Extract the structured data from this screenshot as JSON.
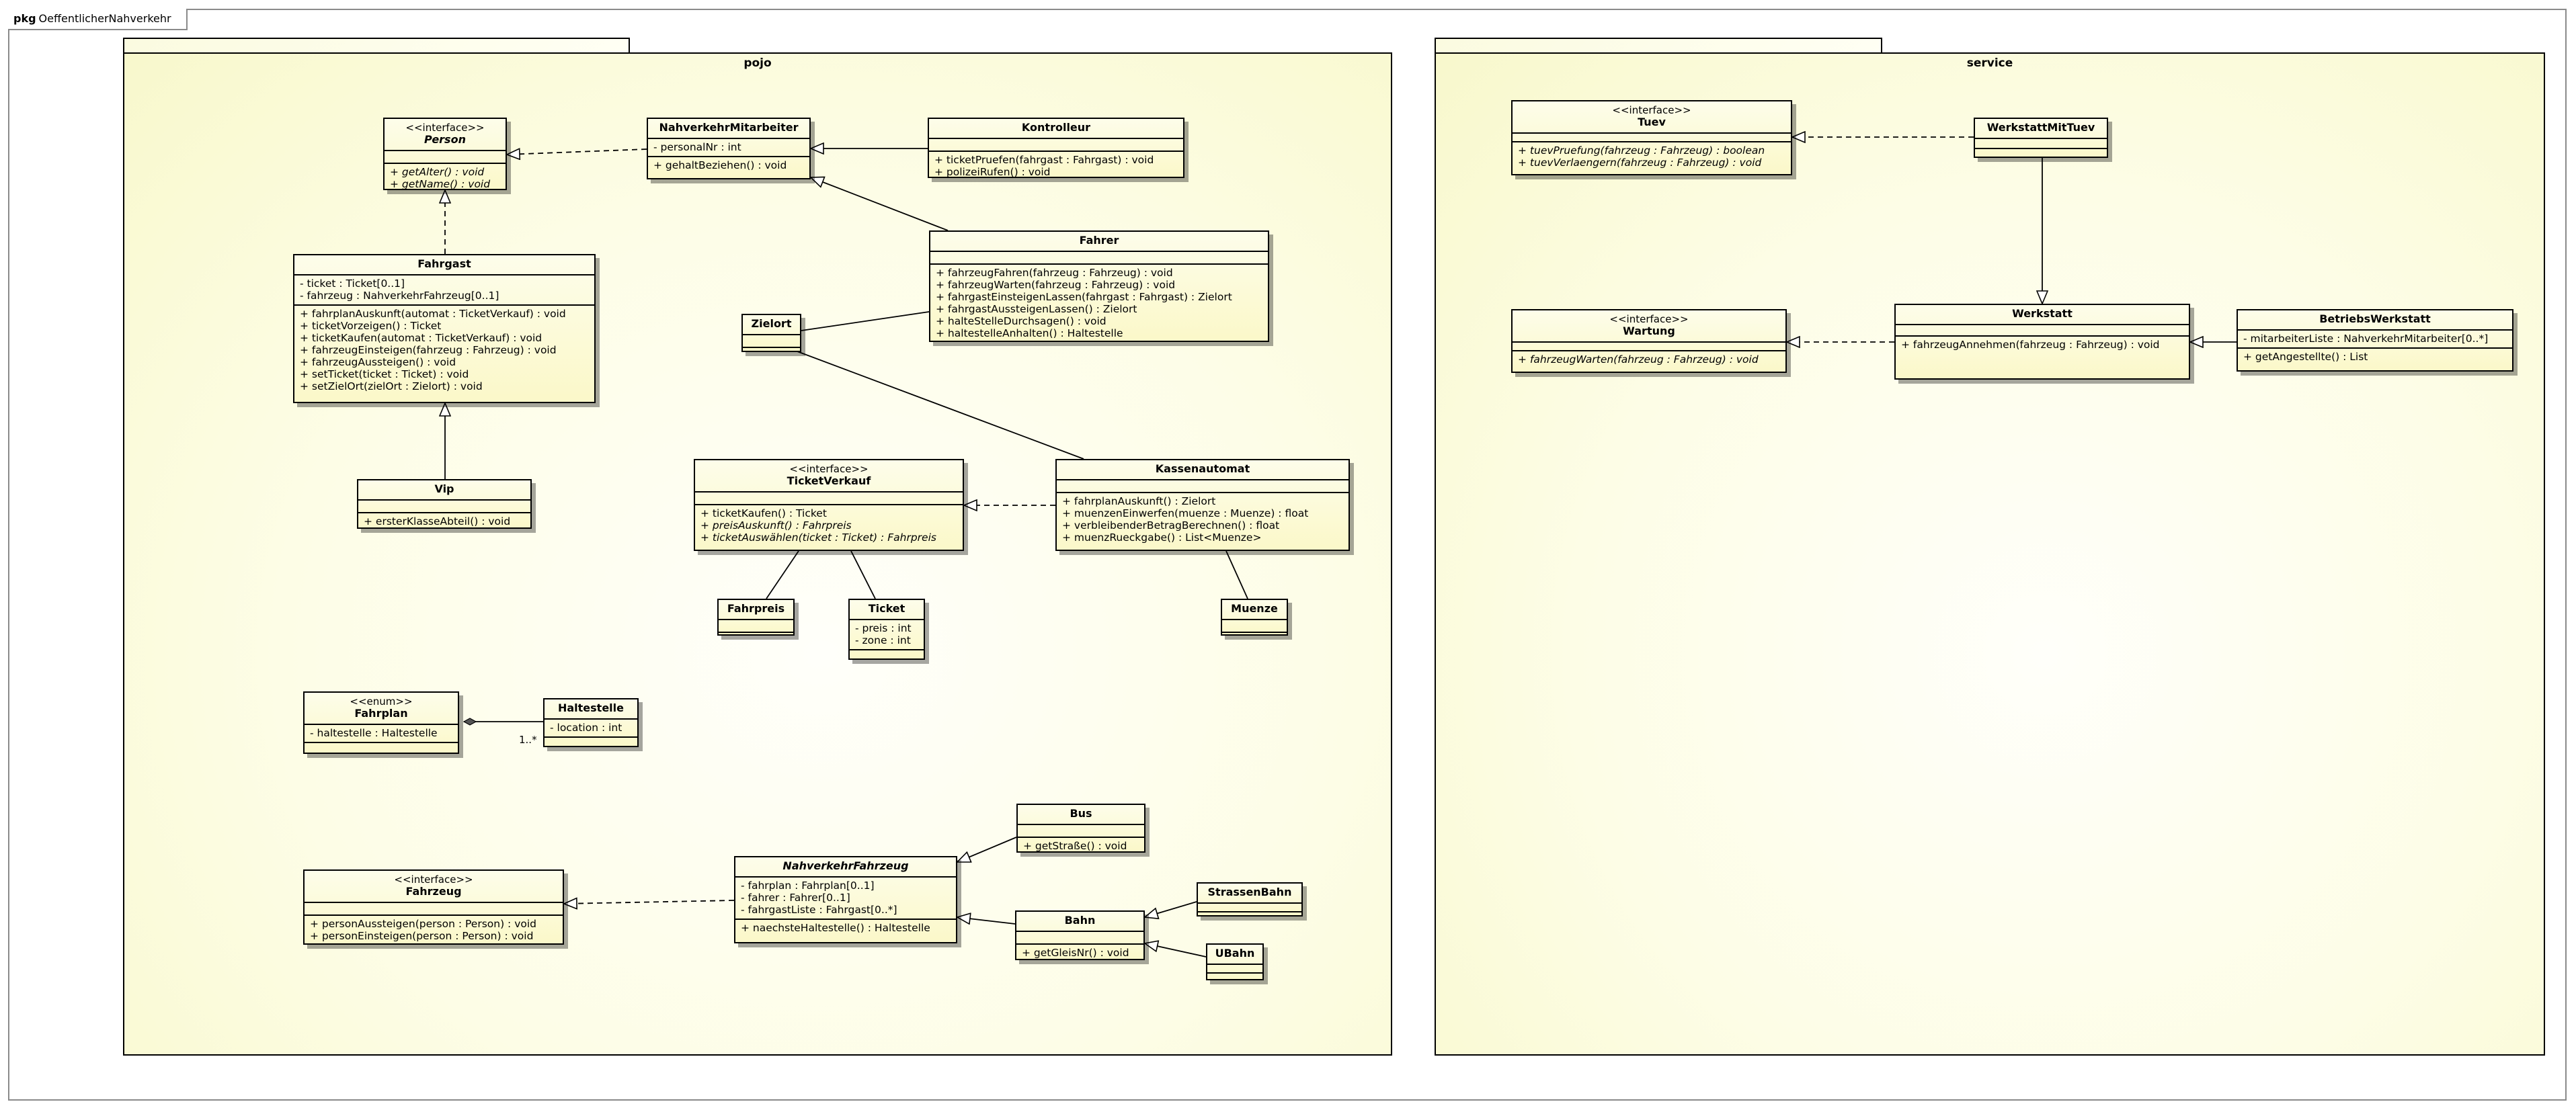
{
  "frame": {
    "keyword": "pkg",
    "name": "OeffentlicherNahverkehr"
  },
  "packages": [
    {
      "id": "pojo",
      "name": "pojo"
    },
    {
      "id": "service",
      "name": "service"
    }
  ],
  "classes": {
    "person": {
      "stereotype": "<<interface>>",
      "name": "Person",
      "attributes": [],
      "operations": [
        "+ getAlter() : void",
        "+ getName() : void"
      ]
    },
    "fahrgast": {
      "name": "Fahrgast",
      "attributes": [
        "- ticket : Ticket[0..1]",
        "- fahrzeug : NahverkehrFahrzeug[0..1]"
      ],
      "operations": [
        "+ fahrplanAuskunft(automat : TicketVerkauf) : void",
        "+ ticketVorzeigen() : Ticket",
        "+ ticketKaufen(automat : TicketVerkauf) : void",
        "+ fahrzeugEinsteigen(fahrzeug : Fahrzeug) : void",
        "+ fahrzeugAussteigen() : void",
        "+ setTicket(ticket : Ticket) : void",
        "+ setZielOrt(zielOrt : Zielort) : void"
      ]
    },
    "vip": {
      "name": "Vip",
      "attributes": [],
      "operations": [
        "+ ersterKlasseAbteil() : void"
      ]
    },
    "nahverkehrMitarbeiter": {
      "name": "NahverkehrMitarbeiter",
      "attributes": [
        "- personalNr : int"
      ],
      "operations": [
        "+ gehaltBeziehen() : void"
      ]
    },
    "kontrolleur": {
      "name": "Kontrolleur",
      "attributes": [],
      "operations": [
        "+ ticketPruefen(fahrgast : Fahrgast) : void",
        "+ polizeiRufen() : void"
      ]
    },
    "fahrer": {
      "name": "Fahrer",
      "attributes": [],
      "operations": [
        "+ fahrzeugFahren(fahrzeug : Fahrzeug) : void",
        "+ fahrzeugWarten(fahrzeug : Fahrzeug) : void",
        "+ fahrgastEinsteigenLassen(fahrgast : Fahrgast) : Zielort",
        "+ fahrgastAussteigenLassen() : Zielort",
        "+ halteStelleDurchsagen() : void",
        "+ haltestelleAnhalten() : Haltestelle"
      ]
    },
    "zielort": {
      "name": "Zielort",
      "attributes": [],
      "operations": []
    },
    "ticketVerkauf": {
      "stereotype": "<<interface>>",
      "name": "TicketVerkauf",
      "attributes": [],
      "operations": [
        "+ ticketKaufen() : Ticket",
        "+ preisAuskunft() : Fahrpreis",
        "+ ticketAuswählen(ticket : Ticket) : Fahrpreis"
      ]
    },
    "kassenautomat": {
      "name": "Kassenautomat",
      "attributes": [],
      "operations": [
        "+ fahrplanAuskunft() : Zielort",
        "+ muenzenEinwerfen(muenze : Muenze) : float",
        "+ verbleibenderBetragBerechnen() : float",
        "+ muenzRueckgabe() : List<Muenze>"
      ]
    },
    "fahrpreis": {
      "name": "Fahrpreis",
      "attributes": [],
      "operations": []
    },
    "ticket": {
      "name": "Ticket",
      "attributes": [
        "- preis : int",
        "- zone : int"
      ],
      "operations": []
    },
    "muenze": {
      "name": "Muenze",
      "attributes": [],
      "operations": []
    },
    "fahrplan": {
      "stereotype": "<<enum>>",
      "name": "Fahrplan",
      "attributes": [
        "- haltestelle : Haltestelle"
      ],
      "operations": []
    },
    "haltestelle": {
      "name": "Haltestelle",
      "attributes": [
        "- location : int"
      ],
      "operations": []
    },
    "fahrzeug": {
      "stereotype": "<<interface>>",
      "name": "Fahrzeug",
      "attributes": [],
      "operations": [
        "+ personAussteigen(person : Person) : void",
        "+ personEinsteigen(person : Person) : void"
      ]
    },
    "nahverkehrFahrzeug": {
      "name": "NahverkehrFahrzeug",
      "attributes": [
        "- fahrplan : Fahrplan[0..1]",
        "- fahrer : Fahrer[0..1]",
        "- fahrgastListe : Fahrgast[0..*]"
      ],
      "operations": [
        "+ naechsteHaltestelle() : Haltestelle"
      ]
    },
    "bus": {
      "name": "Bus",
      "attributes": [],
      "operations": [
        "+ getStraße() : void"
      ]
    },
    "bahn": {
      "name": "Bahn",
      "attributes": [],
      "operations": [
        "+ getGleisNr() : void"
      ]
    },
    "strassenBahn": {
      "name": "StrassenBahn",
      "attributes": [],
      "operations": []
    },
    "uBahn": {
      "name": "UBahn",
      "attributes": [],
      "operations": []
    },
    "tuev": {
      "stereotype": "<<interface>>",
      "name": "Tuev",
      "attributes": [],
      "operations": [
        "+ tuevPruefung(fahrzeug : Fahrzeug) : boolean",
        "+ tuevVerlaengern(fahrzeug : Fahrzeug) : void"
      ]
    },
    "werkstattMitTuev": {
      "name": "WerkstattMitTuev",
      "attributes": [],
      "operations": []
    },
    "wartung": {
      "stereotype": "<<interface>>",
      "name": "Wartung",
      "attributes": [],
      "operations": [
        "+ fahrzeugWarten(fahrzeug : Fahrzeug) : void"
      ]
    },
    "werkstatt": {
      "name": "Werkstatt",
      "attributes": [],
      "operations": [
        "+ fahrzeugAnnehmen(fahrzeug : Fahrzeug) : void"
      ]
    },
    "betriebsWerkstatt": {
      "name": "BetriebsWerkstatt",
      "attributes": [
        "- mitarbeiterListe : NahverkehrMitarbeiter[0..*]"
      ],
      "operations": [
        "+ getAngestellte() : List"
      ]
    }
  },
  "multiplicities": {
    "fahrplan_haltestelle": "1..*"
  }
}
